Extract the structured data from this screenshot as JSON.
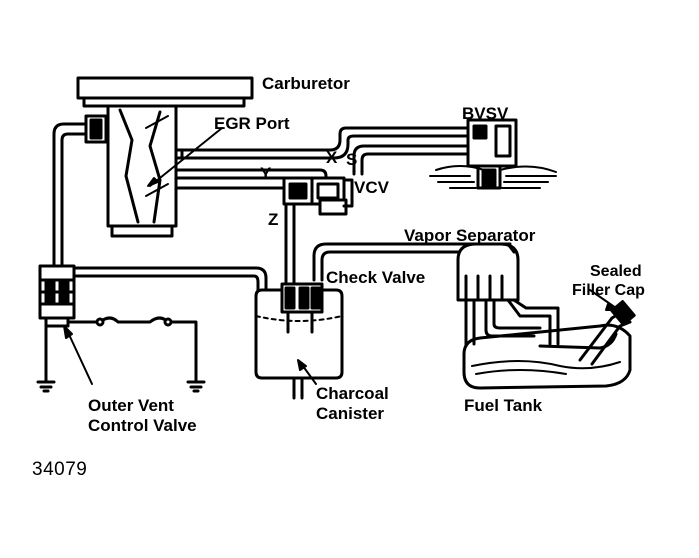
{
  "labels": {
    "carburetor": "Carburetor",
    "egr_port": "EGR Port",
    "bvsv": "BVSV",
    "x": "X",
    "s": "S",
    "y": "Y",
    "vcv": "VCV",
    "z": "Z",
    "vapor_separator": "Vapor Separator",
    "check_valve": "Check Valve",
    "sealed_filler_cap_1": "Sealed",
    "sealed_filler_cap_2": "Filler Cap",
    "outer_vent_1": "Outer Vent",
    "outer_vent_2": "Control Valve",
    "charcoal_1": "Charcoal",
    "charcoal_2": "Canister",
    "fuel_tank": "Fuel Tank",
    "figure_number": "34079"
  },
  "colors": {
    "ink": "#000000",
    "paper": "#ffffff"
  }
}
